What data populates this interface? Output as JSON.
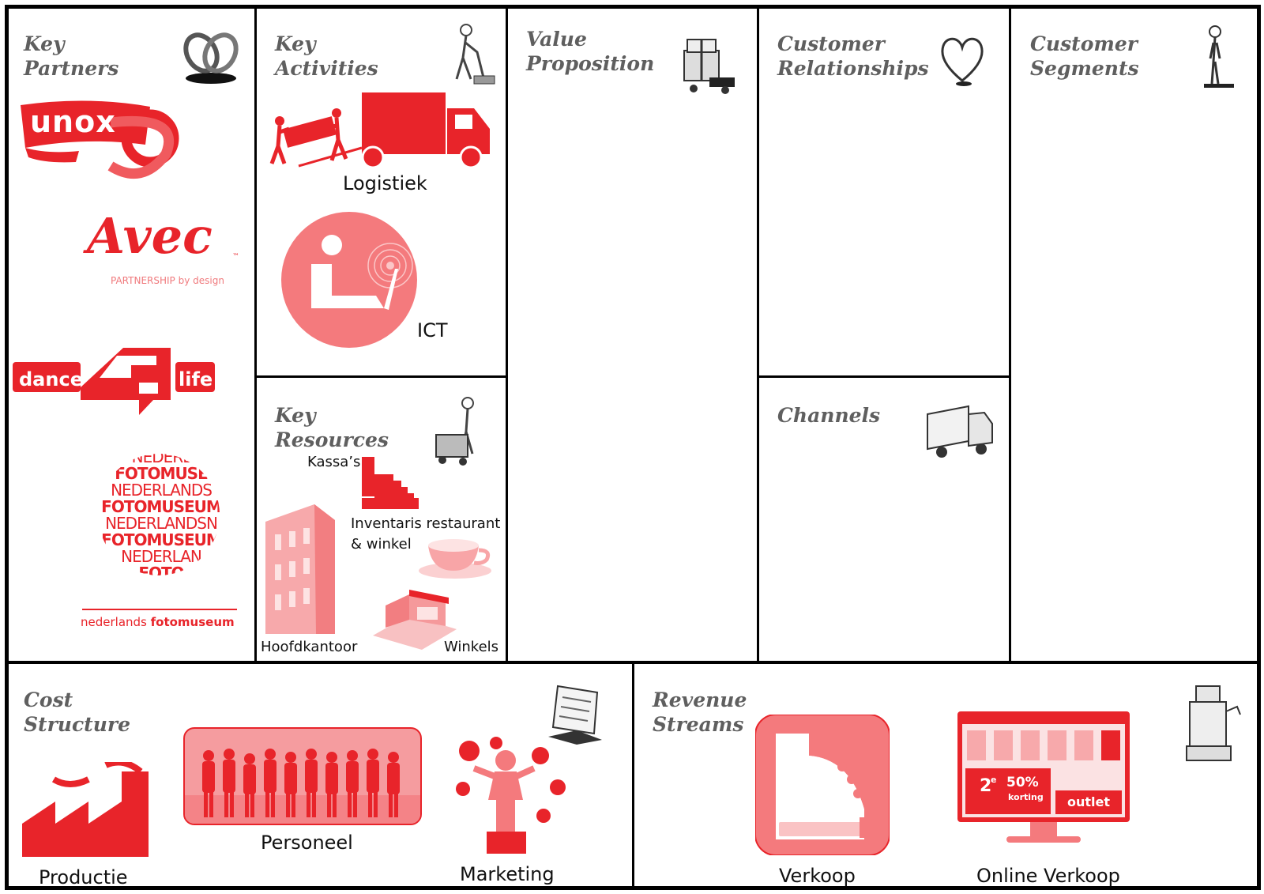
{
  "blocks": {
    "key_partners": {
      "title": "Key\nPartners"
    },
    "key_activities": {
      "title": "Key\nActivities"
    },
    "value_proposition": {
      "title": "Value\nProposition"
    },
    "customer_relationships": {
      "title": "Customer\nRelationships"
    },
    "customer_segments": {
      "title": "Customer\nSegments"
    },
    "key_resources": {
      "title": "Key\nResources"
    },
    "channels": {
      "title": "Channels"
    },
    "cost_structure": {
      "title": "Cost\nStructure"
    },
    "revenue_streams": {
      "title": "Revenue\nStreams"
    }
  },
  "partners": {
    "unox": "unox",
    "avec": "Avec",
    "avec_tm": "™",
    "avec_tagline": "PARTNERSHIP by design",
    "dance4life_left": "dance",
    "dance4life_right": "life",
    "fotomuseum_lines": [
      "NEDERL",
      "FOTOMUSE",
      "NEDERLANDS",
      "FOTOMUSEUM",
      "NEDERLANDSN",
      "FOTOMUSEUM",
      "NEDERLAN",
      "FOTO"
    ],
    "fotomuseum_wordmark_a": "nederlands ",
    "fotomuseum_wordmark_b": "fotomuseum"
  },
  "activities": {
    "logistics": "Logistiek",
    "ict": "ICT"
  },
  "resources": {
    "registers": "Kassa’s",
    "inventory_line1": "Inventaris restaurant",
    "inventory_line2": "& winkel",
    "headquarters": "Hoofdkantoor",
    "stores": "Winkels"
  },
  "costs": {
    "production": "Productie",
    "staff": "Personeel",
    "marketing": "Marketing"
  },
  "revenue": {
    "sales": "Verkoop",
    "online_sales": "Online Verkoop",
    "promo_second": "2",
    "promo_second_sup": "e",
    "promo_discount": "50%",
    "promo_discount_word": "korting",
    "promo_outlet": "outlet"
  },
  "colors": {
    "accent": "#e8242a",
    "accent_light": "#f47a7d",
    "title_gray": "#5f5f5f",
    "border": "#000000"
  }
}
